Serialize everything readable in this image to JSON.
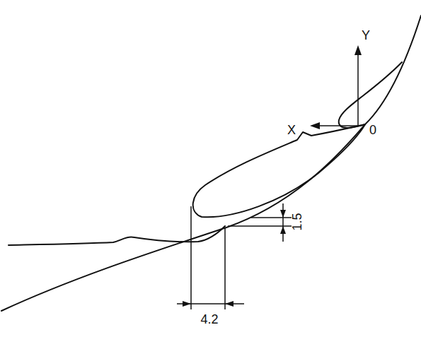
{
  "diagram": {
    "labels": [
      "Y",
      "X",
      "0",
      "1.5",
      "4.2"
    ]
  }
}
